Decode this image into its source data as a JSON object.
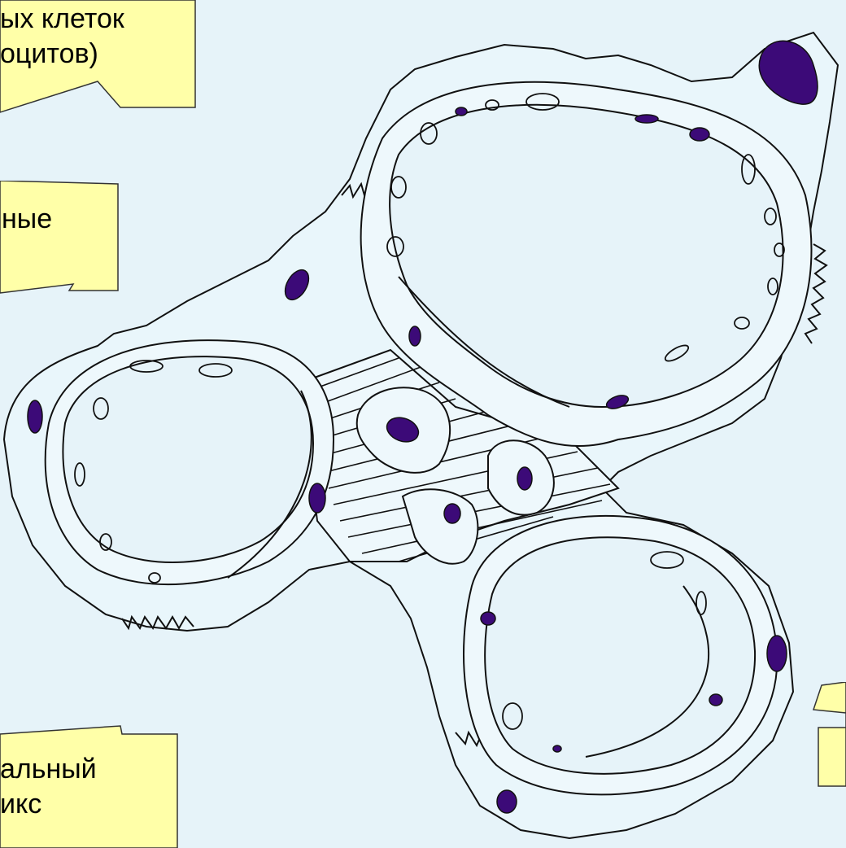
{
  "colors": {
    "background": "#e6f3f9",
    "callout_fill": "#ffffa8",
    "callout_border": "#333333",
    "outline": "#111111",
    "nucleus": "#3c0a78",
    "cytoplasm": "#eef8fc"
  },
  "callouts": {
    "top_left": {
      "line1": "ых клеток",
      "line2": "оцитов)"
    },
    "middle_left": {
      "line1": "ные"
    },
    "bottom_left": {
      "line1": "альный",
      "line2": "икс"
    },
    "right": {
      "line1": ""
    }
  }
}
